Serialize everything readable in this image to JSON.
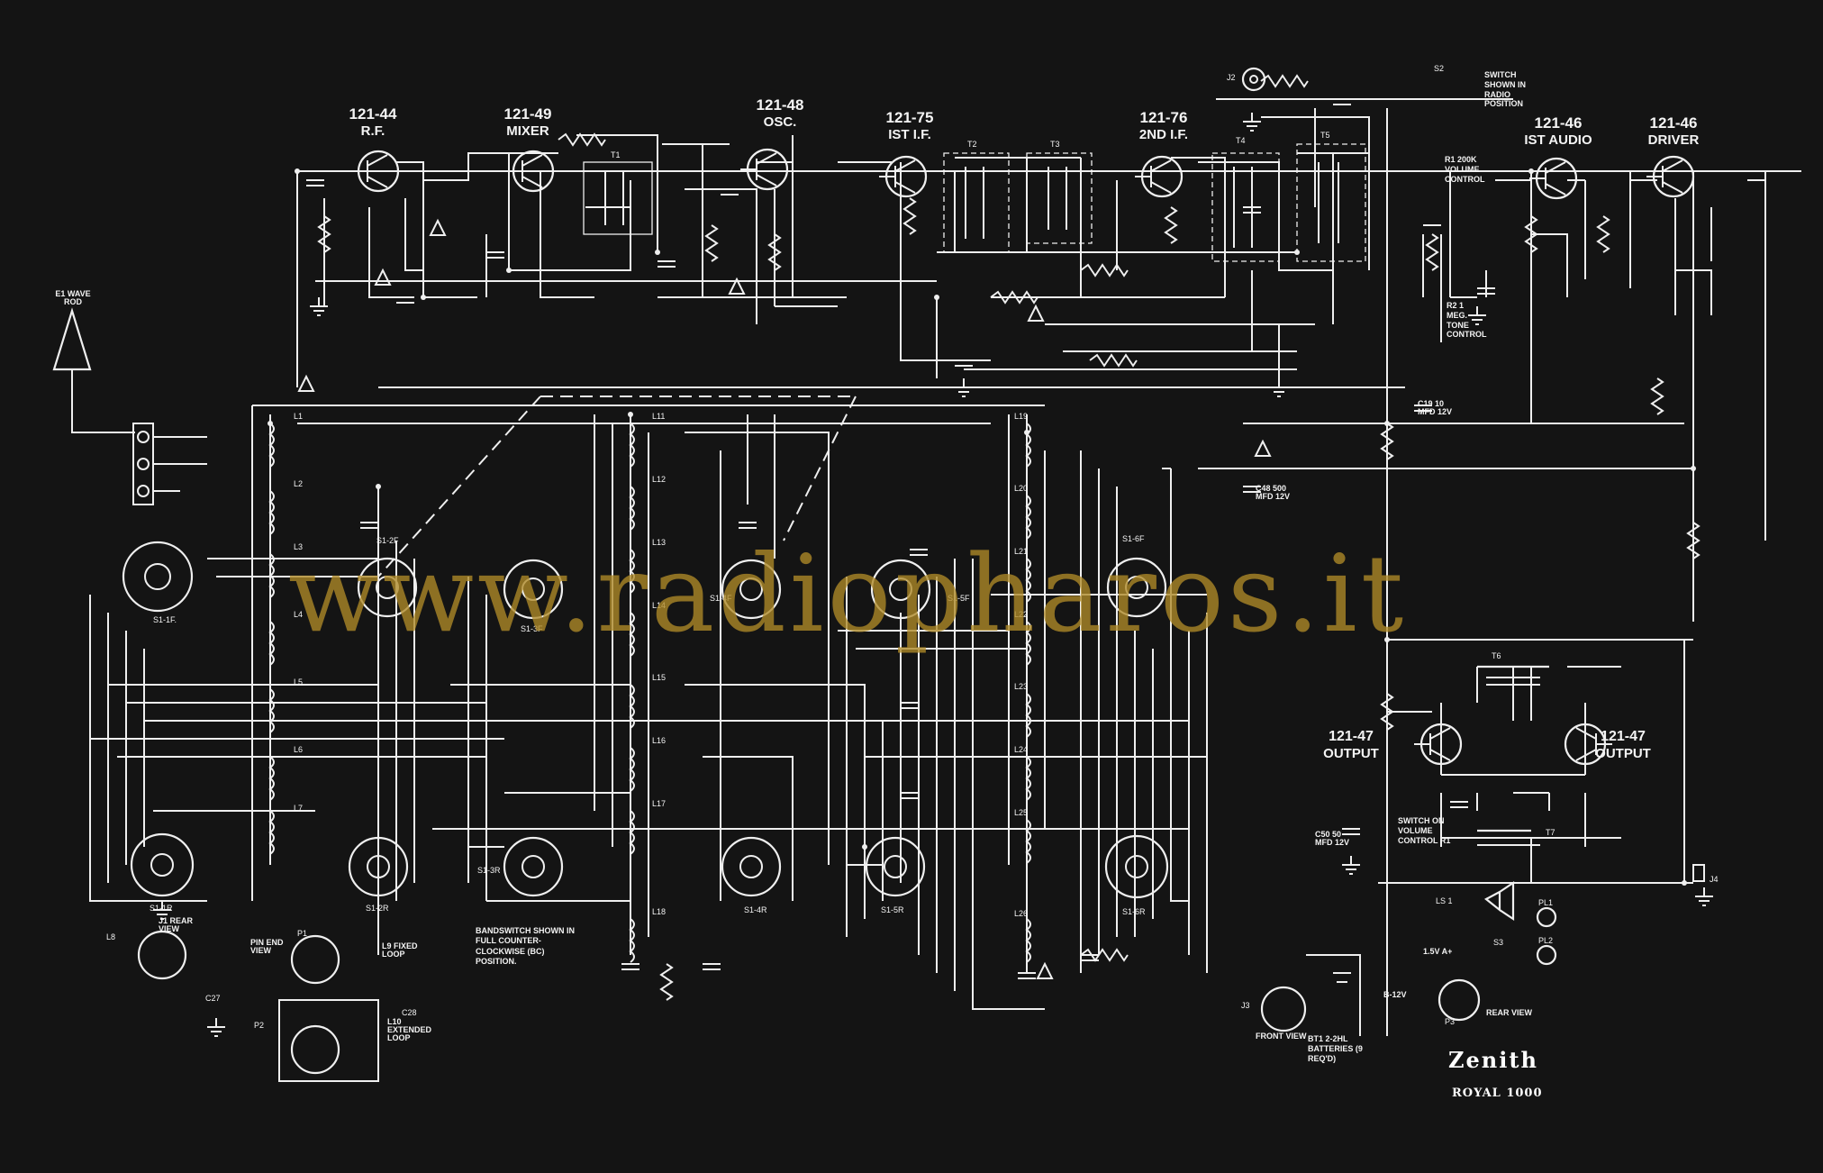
{
  "watermark": "www.radiopharos.it",
  "brand": "Zenith",
  "model": "ROYAL 1000",
  "transistors": [
    {
      "id": "q1",
      "label": "121-44",
      "role": "R.F."
    },
    {
      "id": "q2",
      "label": "121-49",
      "role": "MIXER"
    },
    {
      "id": "q3",
      "label": "121-48",
      "role": "OSC."
    },
    {
      "id": "q4",
      "label": "121-75",
      "role": "IST I.F."
    },
    {
      "id": "q5",
      "label": "121-76",
      "role": "2ND I.F."
    },
    {
      "id": "q6",
      "label": "121-46",
      "role": "IST AUDIO"
    },
    {
      "id": "q7",
      "label": "121-46",
      "role": "DRIVER"
    },
    {
      "id": "q8",
      "label": "121-47",
      "role": "OUTPUT"
    },
    {
      "id": "q9",
      "label": "121-47",
      "role": "OUTPUT"
    }
  ],
  "switch_sections": [
    "S1-1F.",
    "S1-2F",
    "S1-3F",
    "S1-4F",
    "S1-5F",
    "S1-6F",
    "S1-1R",
    "S1-2R",
    "S1-3R",
    "S1-4R",
    "S1-5R",
    "S1-6R"
  ],
  "coils": [
    "L1",
    "L2",
    "L3",
    "L4",
    "L5",
    "L6",
    "L7",
    "L11",
    "L12",
    "L13",
    "L14",
    "L15",
    "L16",
    "L17",
    "L18",
    "L19",
    "L20",
    "L21",
    "L22",
    "L23",
    "L24",
    "L25",
    "L26"
  ],
  "transformers": [
    "T1",
    "T2",
    "T3",
    "T4",
    "T5",
    "T6",
    "T7"
  ],
  "notes": {
    "bandswitch": "BANDSWITCH SHOWN IN FULL COUNTER- CLOCKWISE (BC) POSITION.",
    "switch_s2": "SWITCH SHOWN IN RADIO POSITION",
    "s2": "S2",
    "j2": "J2",
    "wave_rod": "E1 WAVE ROD",
    "volume_switch": "SWITCH ON VOLUME CONTROL R1",
    "volume_control": "R1 200K VOLUME CONTROL",
    "tone_control": "R2 1 MEG. TONE CONTROL",
    "batteries": "BT1 2-2HL BATTERIES (9 REQ'D)",
    "j1": "J1 REAR VIEW",
    "j3": "J3",
    "front_view": "FRONT VIEW",
    "p1": "P1",
    "pin_end_view": "PIN END VIEW",
    "p2": "P2",
    "p3": "P3",
    "rear_view": "REAR VIEW",
    "fixed_loop": "L9 FIXED LOOP",
    "extended_loop": "L10 EXTENDED LOOP",
    "l8": "L8",
    "c27": "C27",
    "c28": "C28",
    "j4": "J4",
    "ls1": "LS 1",
    "pl1": "PL1",
    "pl2": "PL2",
    "s3": "S3",
    "supply_15v": "1.5V A+",
    "supply_12v": "B-12V",
    "c19": "C19 10 MFD 12V",
    "c48": "C48 500 MFD 12V",
    "c50": "C50 50 MFD 12V"
  }
}
